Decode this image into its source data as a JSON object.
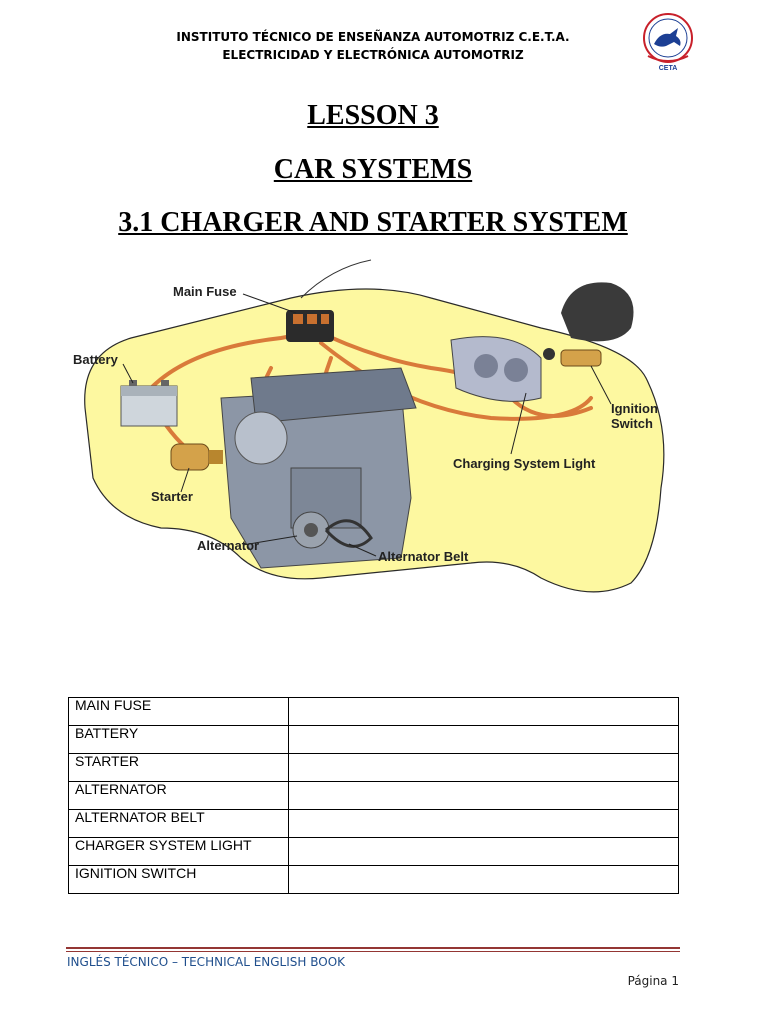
{
  "header": {
    "line1": "INSTITUTO TÉCNICO DE ENSEÑANZA AUTOMOTRIZ C.E.T.A.",
    "line2": "ELECTRICIDAD Y ELECTRÓNICA AUTOMOTRIZ",
    "logo_text": "CETA"
  },
  "titles": {
    "lesson": "LESSON 3",
    "subject": "CAR SYSTEMS",
    "section": "3.1 CHARGER AND STARTER SYSTEM"
  },
  "diagram": {
    "labels": {
      "main_fuse": "Main Fuse",
      "battery": "Battery",
      "starter": "Starter",
      "alternator": "Alternator",
      "alternator_belt": "Alternator Belt",
      "charging_light": "Charging System Light",
      "ignition_line1": "Ignition",
      "ignition_line2": "Switch"
    }
  },
  "table": {
    "rows": [
      {
        "term": "MAIN FUSE",
        "answer": ""
      },
      {
        "term": "BATTERY",
        "answer": ""
      },
      {
        "term": "STARTER",
        "answer": ""
      },
      {
        "term": "ALTERNATOR",
        "answer": ""
      },
      {
        "term": "ALTERNATOR BELT",
        "answer": ""
      },
      {
        "term": "CHARGER SYSTEM LIGHT",
        "answer": ""
      },
      {
        "term": "IGNITION SWITCH",
        "answer": ""
      }
    ]
  },
  "footer": {
    "book_title": "INGLÉS TÉCNICO – TECHNICAL ENGLISH BOOK",
    "page_label": "Página 1"
  },
  "colors": {
    "car_body": "#fdf8a0",
    "wire": "#d97a3a",
    "footer_rule": "#943634",
    "footer_text": "#1f4e8c",
    "logo_blue": "#1c3f94",
    "logo_red": "#c8202a"
  }
}
